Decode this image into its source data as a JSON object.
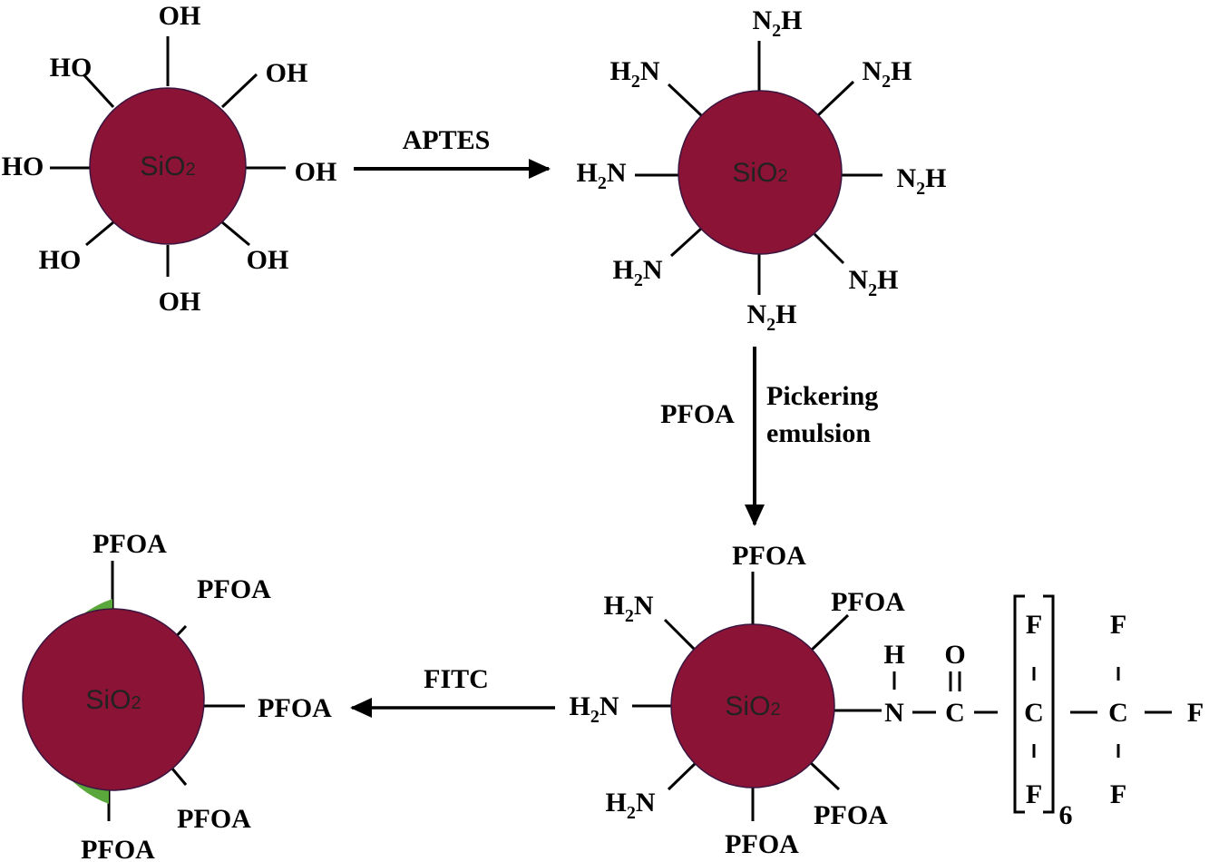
{
  "core_label": "SiO",
  "core_sub": "2",
  "reaction1": {
    "reagent": "APTES"
  },
  "reaction2": {
    "reagent": "PFOA",
    "condition_line1": "Pickering",
    "condition_line2": "emulsion"
  },
  "reaction3": {
    "reagent": "FITC"
  },
  "groups": {
    "hydroxyl": "OH",
    "hydroxyl_left": "HO",
    "amine_n": "N",
    "amine_h": "H",
    "amine_h_first": "H",
    "amine_n_last": "N",
    "sub2": "2",
    "pfoa": "PFOA"
  },
  "chain": {
    "H": "H",
    "N": "N",
    "O": "O",
    "C": "C",
    "F": "F",
    "repeat": "6"
  },
  "colors": {
    "sphere": "#8b1335",
    "fitc_shell": "#5aa83c",
    "stick": "#000000"
  }
}
